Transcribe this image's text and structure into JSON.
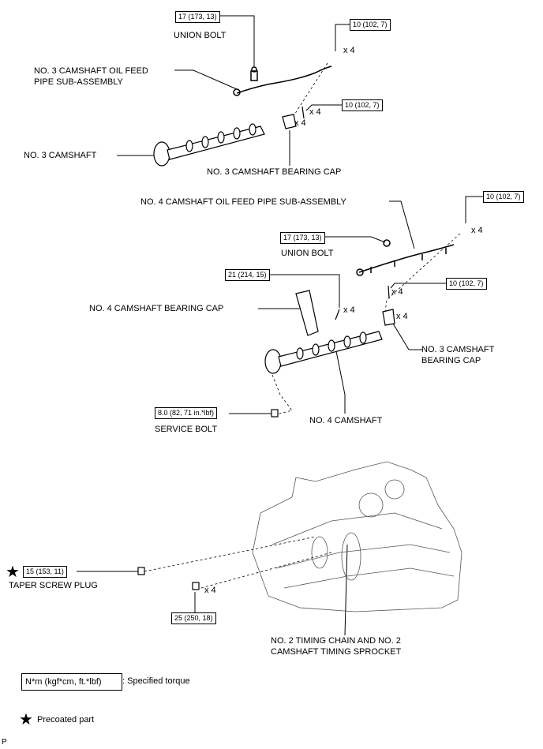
{
  "torque_boxes": {
    "t1": "17 (173, 13)",
    "t2": "10 (102, 7)",
    "t3": "10 (102, 7)",
    "t4": "10 (102, 7)",
    "t5": "17 (173, 13)",
    "t6": "21 (214, 15)",
    "t7": "10 (102, 7)",
    "t8": "8.0 (82, 71 in.*lbf)",
    "t9": "15 (153, 11)",
    "t10": "25 (250, 18)"
  },
  "labels": {
    "union_bolt_1": "UNION BOLT",
    "no3_oil_feed_1": "NO. 3 CAMSHAFT OIL FEED",
    "no3_oil_feed_2": "PIPE SUB-ASSEMBLY",
    "no3_camshaft": "NO. 3 CAMSHAFT",
    "no3_bearing_cap_1": "NO. 3 CAMSHAFT BEARING CAP",
    "no4_oil_feed": "NO. 4 CAMSHAFT OIL FEED PIPE SUB-ASSEMBLY",
    "union_bolt_2": "UNION BOLT",
    "no4_bearing_cap": "NO. 4 CAMSHAFT BEARING CAP",
    "no3_bearing_cap_2a": "NO. 3 CAMSHAFT",
    "no3_bearing_cap_2b": "BEARING CAP",
    "no4_camshaft": "NO. 4 CAMSHAFT",
    "service_bolt": "SERVICE BOLT",
    "taper_screw_plug": "TAPER SCREW PLUG",
    "timing_chain_1": "NO. 2 TIMING CHAIN AND NO. 2",
    "timing_chain_2": "CAMSHAFT TIMING SPROCKET"
  },
  "quantities": {
    "q1": "x 4",
    "q2": "x 4",
    "q3": "x 4",
    "q4": "x 4",
    "q5": "x 4",
    "q6": "x 4",
    "q7": "x 4",
    "q8": "x 4"
  },
  "legend": {
    "torque_units": "N*m (kgf*cm, ft.*lbf)",
    "torque_desc": ": Specified torque",
    "precoated_desc": "Precoated part",
    "star_icon": "black-star-icon"
  },
  "corner_mark": "P"
}
